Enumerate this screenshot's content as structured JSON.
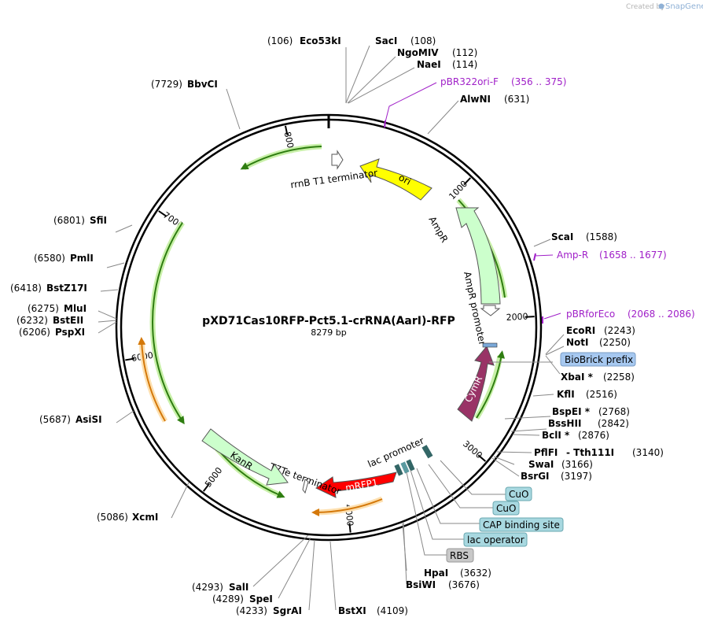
{
  "credit": {
    "text": "Created by",
    "logo": "SnapGene"
  },
  "plasmid": {
    "name": "pXD71Cas10RFP-Pct5.1-crRNA(AarI)-RFP",
    "size": "8279 bp"
  },
  "ticks": [
    {
      "bp": 1000,
      "label": "1000"
    },
    {
      "bp": 2000,
      "label": "2000"
    },
    {
      "bp": 3000,
      "label": "3000"
    },
    {
      "bp": 4000,
      "label": "4000"
    },
    {
      "bp": 5000,
      "label": "5000"
    },
    {
      "bp": 6000,
      "label": "6000"
    },
    {
      "bp": 7000,
      "label": "7000"
    },
    {
      "bp": 8000,
      "label": "8000"
    }
  ],
  "enzymes": [
    {
      "name": "Eco53kI",
      "pos": "(106)"
    },
    {
      "name": "SacI",
      "pos": "(108)"
    },
    {
      "name": "NgoMIV",
      "pos": "(112)"
    },
    {
      "name": "NaeI",
      "pos": "(114)"
    },
    {
      "name": "AlwNI",
      "pos": "(631)"
    },
    {
      "name": "BbvCI",
      "pos": "(7729)"
    },
    {
      "name": "ScaI",
      "pos": "(1588)"
    },
    {
      "name": "SfiI",
      "pos": "(6801)"
    },
    {
      "name": "PmlI",
      "pos": "(6580)"
    },
    {
      "name": "BstZ17I",
      "pos": "(6418)"
    },
    {
      "name": "MluI",
      "pos": "(6275)"
    },
    {
      "name": "BstEII",
      "pos": "(6232)"
    },
    {
      "name": "PspXI",
      "pos": "(6206)"
    },
    {
      "name": "EcoRI",
      "pos": "(2243)"
    },
    {
      "name": "NotI",
      "pos": "(2250)"
    },
    {
      "name": "XbaI *",
      "pos": "(2258)"
    },
    {
      "name": "KflI",
      "pos": "(2516)"
    },
    {
      "name": "BspEI *",
      "pos": "(2768)"
    },
    {
      "name": "BssHII",
      "pos": "(2842)"
    },
    {
      "name": "BclI *",
      "pos": "(2876)"
    },
    {
      "name": "PflFI",
      "pos": ""
    },
    {
      "name": "- Tth111I",
      "pos": "(3140)"
    },
    {
      "name": "SwaI",
      "pos": "(3166)"
    },
    {
      "name": "BsrGI",
      "pos": "(3197)"
    },
    {
      "name": "AsiSI",
      "pos": "(5687)"
    },
    {
      "name": "XcmI",
      "pos": "(5086)"
    },
    {
      "name": "HpaI",
      "pos": "(3632)"
    },
    {
      "name": "BsiWI",
      "pos": "(3676)"
    },
    {
      "name": "SalI",
      "pos": "(4293)"
    },
    {
      "name": "SpeI",
      "pos": "(4289)"
    },
    {
      "name": "SgrAI",
      "pos": "(4233)"
    },
    {
      "name": "BstXI",
      "pos": "(4109)"
    }
  ],
  "primers": [
    {
      "name": "pBR322ori-F",
      "range": "(356 .. 375)"
    },
    {
      "name": "Amp-R",
      "range": "(1658 .. 1677)"
    },
    {
      "name": "pBRforEco",
      "range": "(2068 .. 2086)"
    }
  ],
  "features": [
    {
      "name": "ori",
      "color": "#ffff00"
    },
    {
      "name": "AmpR",
      "color": "#ccffcc"
    },
    {
      "name": "AmpR promoter",
      "color": "#ffffff"
    },
    {
      "name": "rrnB T1 terminator",
      "color": "#ffffff"
    },
    {
      "name": "CymR",
      "color": "#993366"
    },
    {
      "name": "mRFP1",
      "color": "#ff0000"
    },
    {
      "name": "lac promoter",
      "color": "#ffffff"
    },
    {
      "name": "T7Te terminator",
      "color": "#ffffff"
    },
    {
      "name": "KanR",
      "color": "#ccffcc"
    }
  ],
  "boxed_features": [
    {
      "name": "BioBrick prefix",
      "color": "#a6c8f0"
    },
    {
      "name": "CuO",
      "color": "#a8d8e0"
    },
    {
      "name": "CuO",
      "color": "#a8d8e0"
    },
    {
      "name": "CAP binding site",
      "color": "#a8d8e0"
    },
    {
      "name": "lac operator",
      "color": "#a8d8e0"
    },
    {
      "name": "RBS",
      "color": "#c8c8c8"
    }
  ]
}
